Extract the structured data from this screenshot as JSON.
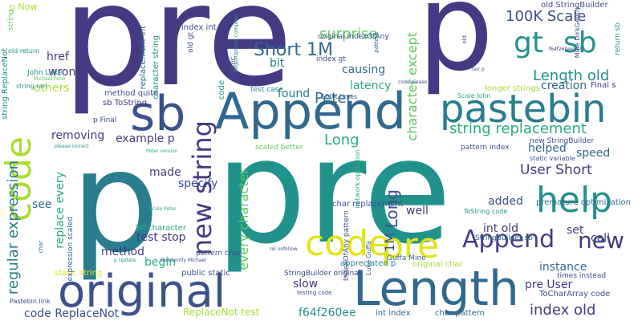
{
  "palette": {
    "purple": "#443a83",
    "indigo": "#3b518b",
    "blue": "#31688e",
    "teal": "#287d8e",
    "seagreen": "#21918c",
    "green": "#27ad81",
    "lime": "#5ec962",
    "yellowgreen": "#aadc32",
    "yellow": "#e2e418"
  },
  "words": [
    "pre",
    "p",
    "p",
    "pre",
    "p",
    "original",
    "Length",
    "sb",
    "Append",
    "pastebin",
    "help",
    "pre",
    "code",
    "code",
    "pre",
    "Append",
    "new",
    "new string",
    "gt",
    "sb",
    "regular expression",
    "Short 1M",
    "100K Scale",
    "Peter",
    "pre",
    "surprise",
    "User Short",
    "Long",
    "100K",
    "Length old",
    "string replacement",
    "Long",
    "1M",
    "index old",
    "character except",
    "every character",
    "replace every",
    "wrong",
    "others",
    "href",
    "bit",
    "causing",
    "latency",
    "found",
    "removing",
    "example p",
    "helped",
    "speed",
    "made",
    "specify",
    "see",
    "method",
    "test stop",
    "begin",
    "instance",
    "call",
    "added",
    "well",
    "set",
    "int old",
    "slow",
    "pre User",
    "creation",
    "code ReplaceNot",
    "f64f260ee",
    "ReplaceNot test",
    "p Now",
    "old StringBuilder",
    "John Luke",
    "Peter version",
    "Michael Peter",
    "string ReplaceNot",
    "method quite",
    "sb ToString",
    "p Final",
    "replacement int",
    "character string",
    "index int",
    "public",
    "code",
    "test case",
    "100K times",
    "pattern index",
    "new StringBuilder",
    "static variable",
    "premature optimization",
    "char replacement",
    "IndexOfAny pattern",
    "network operation",
    "Luke Guffa",
    "Guffa Mine",
    "StringBuilder sb",
    "StringBuilder original",
    "appreciated p",
    "original char",
    "times instead",
    "ToCharArray code",
    "char pattern",
    "int index",
    "testing code",
    "Pastebin link",
    "string ran",
    "static string",
    "public static",
    "expression scaled",
    "3K character",
    "pattern char",
    "DirkGently Michael",
    "p Update",
    "rel nofollow",
    "scaled better",
    "please correct",
    "Scale John",
    "longer strings",
    "Final s",
    "return sb",
    "f64f260ee rel",
    "Mine DirkGently",
    "fair p",
    "code please",
    "RegexOptions Compiled",
    "old gt",
    "original IndexOfAny",
    "index gt",
    "ToString code",
    "Scale Peter",
    "old return",
    "string",
    "char",
    "pattern",
    "old"
  ]
}
